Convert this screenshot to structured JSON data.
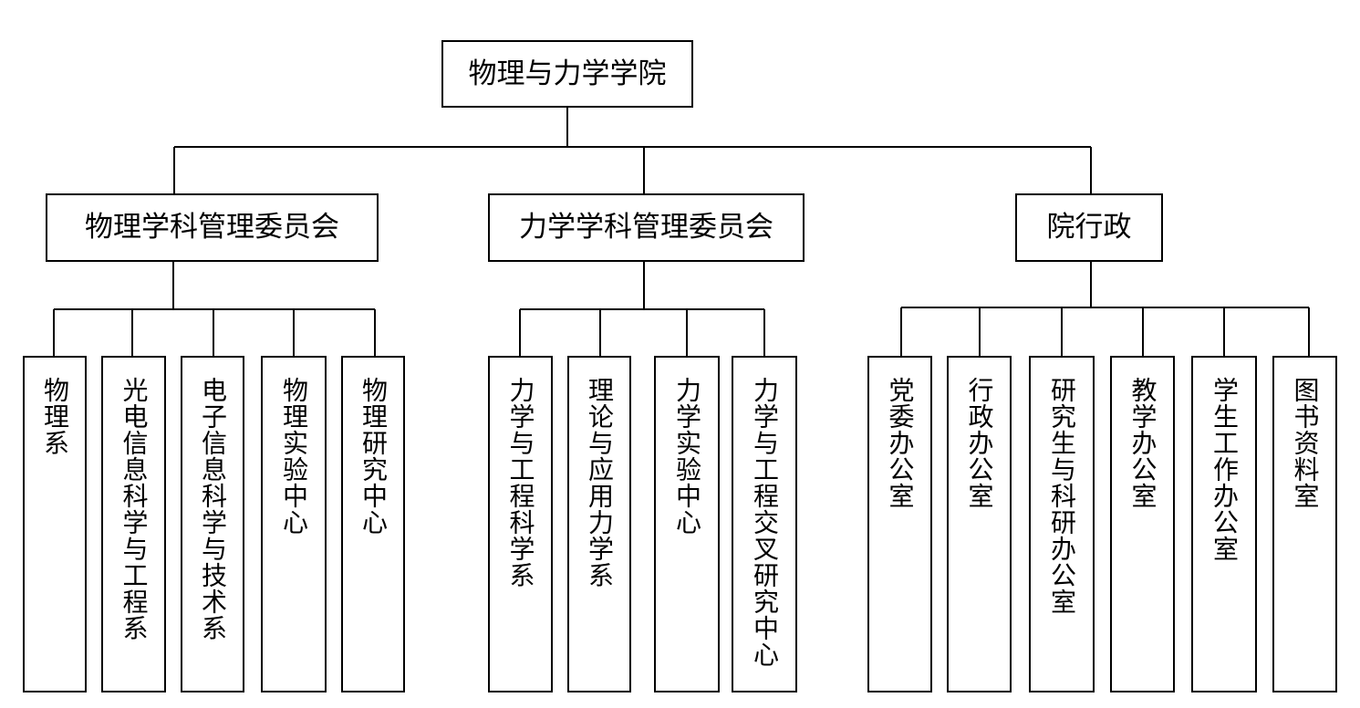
{
  "root": {
    "label": "物理与力学学院"
  },
  "groups": [
    {
      "label": "物理学科管理委员会",
      "children": [
        "物理系",
        "光电信息科学与工程系",
        "电子信息科学与技术系",
        "物理实验中心",
        "物理研究中心"
      ]
    },
    {
      "label": "力学学科管理委员会",
      "children": [
        "力学与工程科学系",
        "理论与应用力学系",
        "力学实验中心",
        "力学与工程交叉研究中心"
      ]
    },
    {
      "label": "院行政",
      "children": [
        "党委办公室",
        "行政办公室",
        "研究生与科研办公室",
        "教学办公室",
        "学生工作办公室",
        "图书资料室"
      ]
    }
  ]
}
